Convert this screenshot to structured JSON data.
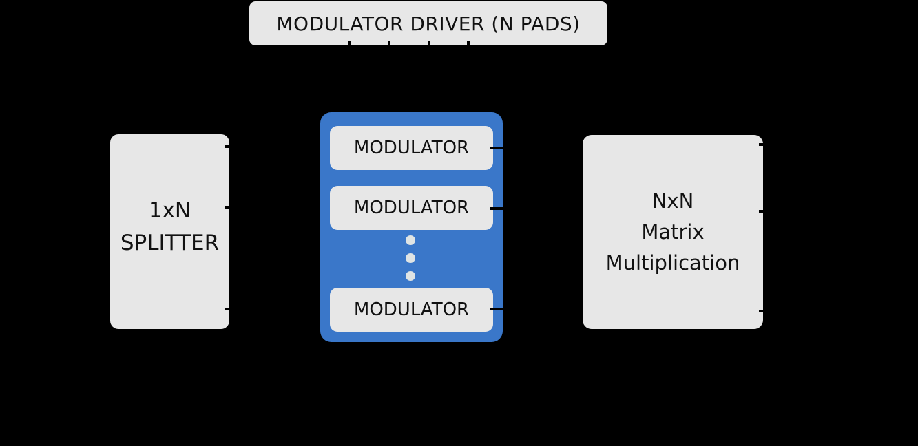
{
  "colors": {
    "background": "#000000",
    "box_fill": "#e7e7e7",
    "accent_blue": "#3a77c9",
    "text": "#111111",
    "ellipsis_dots": "#dfe4e4",
    "connector": "#000000"
  },
  "driver": {
    "label": "MODULATOR DRIVER (N PADS)"
  },
  "splitter": {
    "line1": "1xN",
    "line2": "SPLITTER"
  },
  "modulator_bank": {
    "modulators": [
      "MODULATOR",
      "MODULATOR",
      "MODULATOR"
    ]
  },
  "matrix": {
    "line1": "NxN",
    "line2": "Matrix",
    "line3": "Multiplication"
  }
}
